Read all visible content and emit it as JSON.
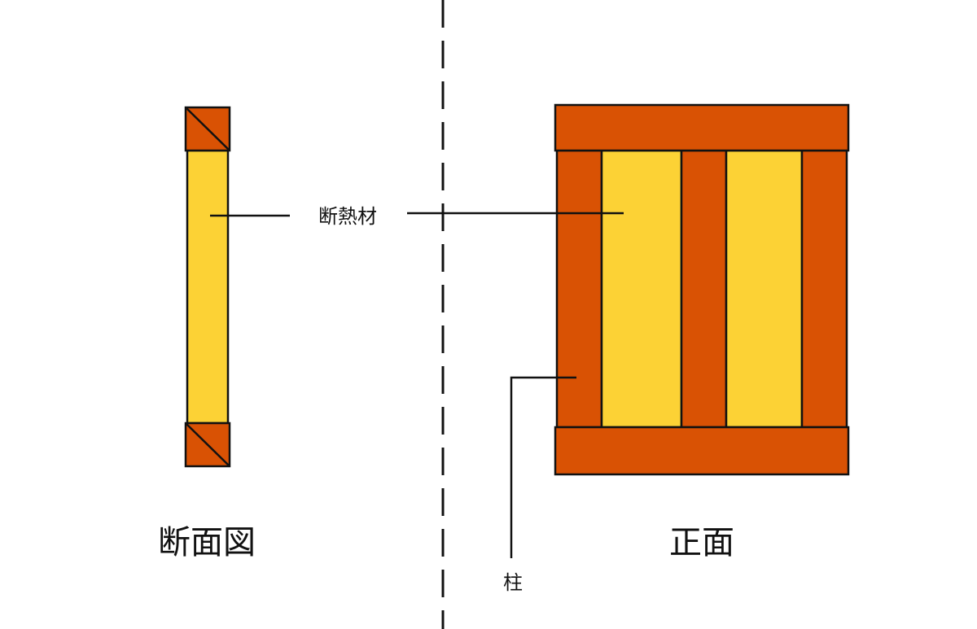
{
  "labels": {
    "insulation": "断熱材",
    "column": "柱",
    "section_view": "断面図",
    "front_view": "正面"
  },
  "colors": {
    "timber": "#D95204",
    "insulation": "#FCD235",
    "outline": "#111111",
    "background": "#FFFFFF"
  }
}
